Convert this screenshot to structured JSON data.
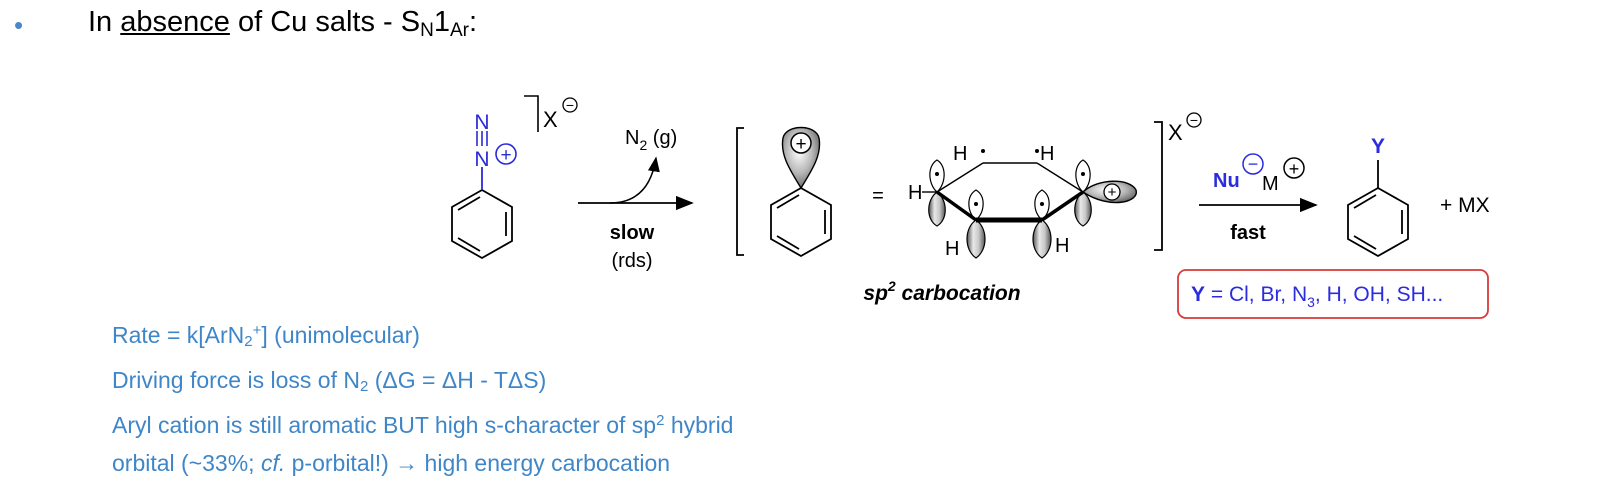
{
  "heading": {
    "bullet": "•",
    "prefix": "In ",
    "underlined": "absence",
    "middle": " of Cu salts - S",
    "sub_n": "N",
    "one": "1",
    "sub_ar": "Ar",
    "colon": ":"
  },
  "scheme": {
    "diazonium": {
      "n_top": "N",
      "n_bottom": "N",
      "plus": "+",
      "counterion": "X",
      "minus": "−"
    },
    "step1": {
      "gas": "N",
      "gas_sub": "2",
      "gas_state": " (g)",
      "label": "slow",
      "sublabel": "(rds)"
    },
    "cation": {
      "plus": "+",
      "equals": "=",
      "h_labels": [
        "H",
        "H",
        "H",
        "H",
        "H"
      ],
      "caption": "sp",
      "caption_sup": "2",
      "caption_rest": " carbocation",
      "counterion": "X",
      "minus": "−"
    },
    "step2": {
      "nu": "Nu",
      "nu_charge": "−",
      "metal": "M",
      "metal_charge": "+",
      "label": "fast"
    },
    "product": {
      "y": "Y",
      "byproduct": "+  MX"
    },
    "y_box": {
      "y": "Y",
      "list_a": " = Cl, Br, N",
      "list_sub": "3",
      "list_b": ", H, OH, SH..."
    }
  },
  "notes": {
    "line1_a": "Rate = k[ArN",
    "line1_sub": "2",
    "line1_sup": "+",
    "line1_b": "] (unimolecular)",
    "line2_a": "Driving force is loss of N",
    "line2_sub": "2",
    "line2_b": " (ΔG = ΔH - TΔS)",
    "line3_a": "Aryl cation is still aromatic BUT high s-character of sp",
    "line3_sup": "2",
    "line3_b": " hybrid",
    "line4_a": "orbital (~33%; ",
    "line4_cf": "cf.",
    "line4_b": " p-orbital!) → high energy carbocation"
  },
  "colors": {
    "bullet": "#4a86c8",
    "notes": "#3f86c8",
    "nitrogen": "#2a2ad8",
    "y_group": "#2b2be0",
    "box_border": "#d83a3a"
  }
}
